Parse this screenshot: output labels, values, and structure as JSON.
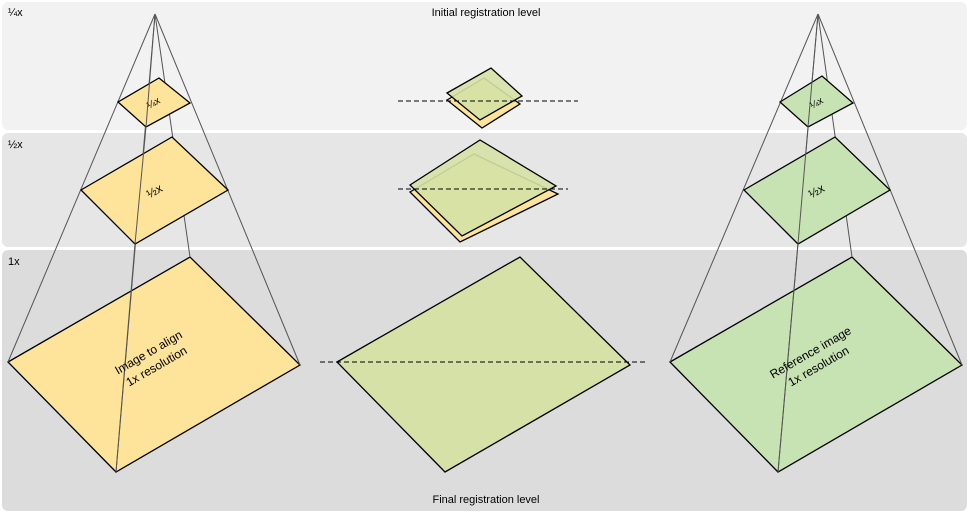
{
  "levels": {
    "quarter": "¼x",
    "half": "½x",
    "full": "1x"
  },
  "header": {
    "top_label": "Initial registration level"
  },
  "footer": {
    "bottom_label": "Final registration level"
  },
  "left_pyramid": {
    "top_plane_label": "¼x",
    "mid_plane_label": "½x",
    "base_label_line1": "Image to align",
    "base_label_line2": "1x resolution"
  },
  "right_pyramid": {
    "top_plane_label": "¼x",
    "mid_plane_label": "½x",
    "base_label_line1": "Reference image",
    "base_label_line2": "1x resolution"
  },
  "colors": {
    "band_top": "#f2f2f2",
    "band_mid": "#e6e6e6",
    "band_bottom": "#dcdcdc",
    "image_to_align": "#fde49a",
    "reference": "#c8e3b3",
    "overlay": "#d5e1a6"
  }
}
